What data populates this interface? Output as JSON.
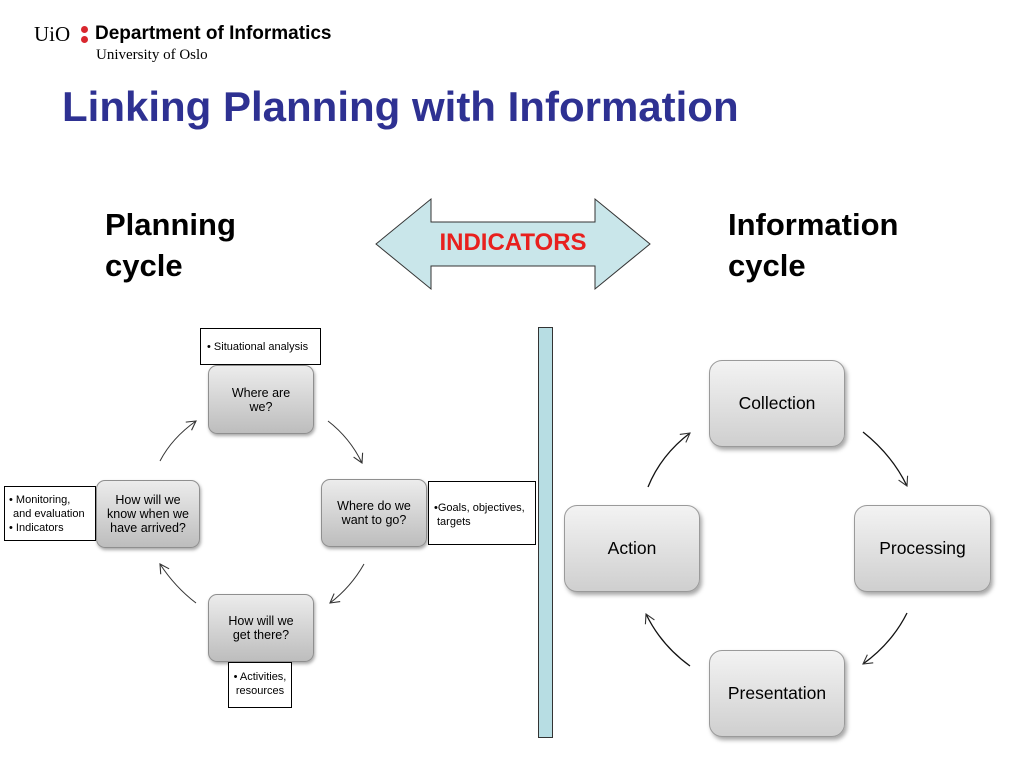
{
  "header": {
    "uio": "UiO",
    "department": "Department of Informatics",
    "university": "University of Oslo"
  },
  "title": "Linking Planning with Information",
  "headings": {
    "planning_line1": "Planning",
    "planning_line2": "cycle",
    "information_line1": "Information",
    "information_line2": "cycle"
  },
  "indicators_label": "INDICATORS",
  "planning_cycle": {
    "where_are_we_line1": "Where are",
    "where_are_we_line2": "we?",
    "where_do_we_want_line1": "Where do we",
    "where_do_we_want_line2": "want to go?",
    "how_get_there_line1": "How will we",
    "how_get_there_line2": "get there?",
    "how_know_arrived_line1": "How will we",
    "how_know_arrived_line2": "know when we",
    "how_know_arrived_line3": "have arrived?"
  },
  "notes": {
    "situational": "• Situational analysis",
    "goals_line1": "•Goals, objectives,",
    "goals_line2": "targets",
    "activities_line1": "• Activities,",
    "activities_line2": "resources",
    "monitoring_line1": "• Monitoring,",
    "monitoring_line2": "and evaluation",
    "monitoring_line3": "•    Indicators"
  },
  "information_cycle": {
    "collection": "Collection",
    "processing": "Processing",
    "presentation": "Presentation",
    "action": "Action"
  },
  "colors": {
    "title": "#2e3192",
    "indicators_text": "#e8201e",
    "arrow_fill": "#c9e6ea",
    "divider": "#b7dde3",
    "logo_dots": "#d9272e"
  }
}
